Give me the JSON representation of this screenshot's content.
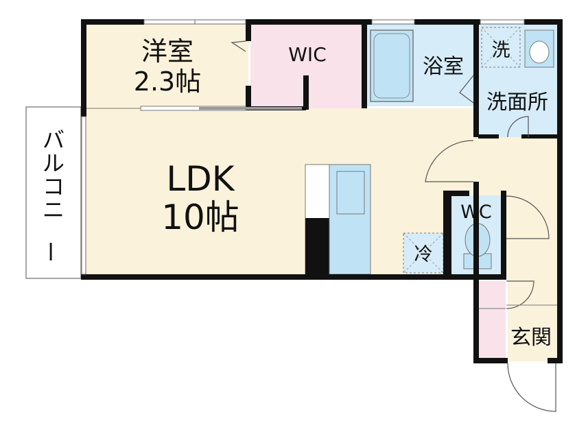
{
  "colors": {
    "wall": "#111111",
    "room": "#faf2da",
    "wic": "#f9e2ea",
    "bath": "#d6ecf8",
    "fixture": "#bfe3f5",
    "white": "#ffffff",
    "line": "#777777"
  },
  "rooms": {
    "western_name": "洋室",
    "western_size": "2.3帖",
    "wic": "WIC",
    "bath": "浴室",
    "washroom": "洗面所",
    "wash_mark": "洗",
    "ldk_name": "LDK",
    "ldk_size": "10帖",
    "fridge_mark": "冷",
    "toilet": "WC",
    "entrance": "玄関",
    "balcony": "バルコニー"
  }
}
